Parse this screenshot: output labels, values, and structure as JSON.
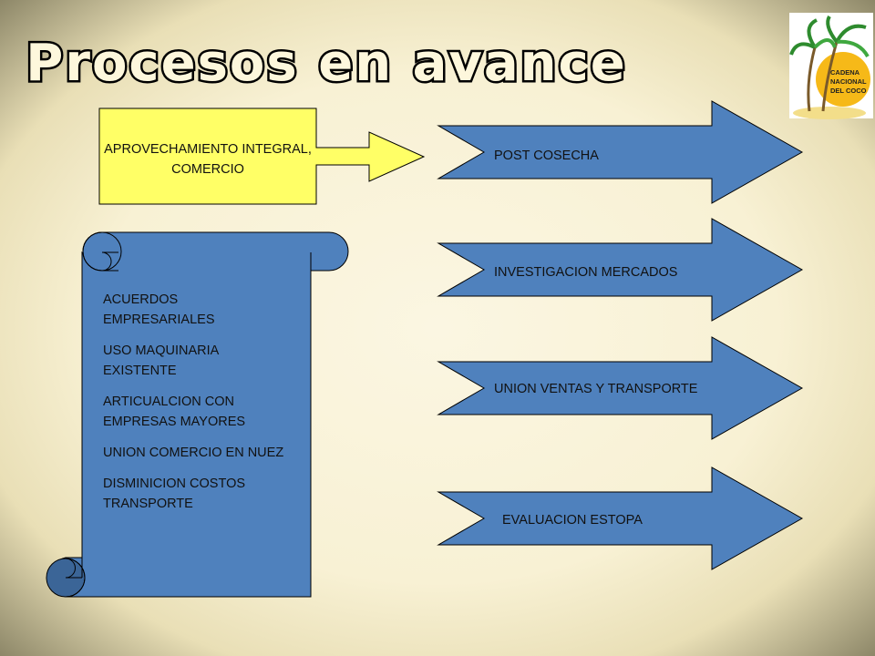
{
  "title": "Procesos en avance",
  "logo": {
    "text_lines": [
      "CADENA",
      "NACIONAL",
      "DEL COCO"
    ],
    "icon": "palm-tree-sun-logo"
  },
  "source_box": {
    "label": "APROVECHAMIENTO INTEGRAL, COMERCIO",
    "color": "#ffff66"
  },
  "arrows": [
    {
      "label": "POST COSECHA"
    },
    {
      "label": "INVESTIGACION MERCADOS"
    },
    {
      "label": "UNION VENTAS Y TRANSPORTE"
    },
    {
      "label": "EVALUACION ESTOPA"
    }
  ],
  "scroll": {
    "items": [
      "ACUERDOS EMPRESARIALES",
      "USO MAQUINARIA EXISTENTE",
      "ARTICUALCION CON EMPRESAS MAYORES",
      "UNION COMERCIO EN NUEZ",
      "DISMINICION COSTOS TRANSPORTE"
    ]
  },
  "colors": {
    "shape_fill": "#4f81bd",
    "shape_fill_dark": "#3b6597",
    "background": "#fbf6e2"
  }
}
